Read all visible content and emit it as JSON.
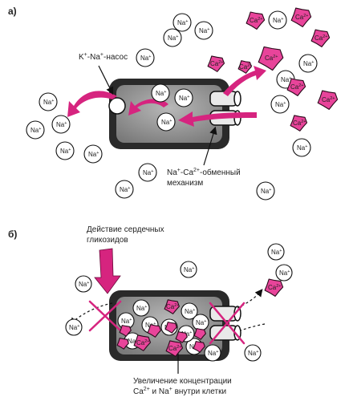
{
  "panel_a": {
    "label": "а)",
    "pump_label": {
      "base_k": "K",
      "plus1": "+",
      "dash": "-Na",
      "plus2": "+",
      "rest": "-насос"
    },
    "exchanger_label": {
      "line1_base_na": "Na",
      "line1_plus": "+",
      "line1_dash": "-Ca",
      "line1_sup": "2+",
      "line1_rest": "-обменный",
      "line2": "механизм"
    }
  },
  "panel_b": {
    "label": "б)",
    "drug_label": {
      "line1": "Действие сердечных",
      "line2": "гликозидов"
    },
    "result_label": {
      "line1": "Увеличение концентрации",
      "line2_ca": "Ca",
      "line2_ca_sup": "2+",
      "line2_mid": " и Na",
      "line2_na_sup": "+",
      "line2_rest": " внутри клетки"
    }
  },
  "ions": {
    "na": {
      "base": "Na",
      "sup": "+"
    },
    "ca": {
      "base": "Ca",
      "sup": "2+"
    }
  },
  "colors": {
    "ca_fill": "#e8449a",
    "arrow_magenta": "#d6247f",
    "cell_dark": "#3a3a3a",
    "cell_fill": "#9a9a9a",
    "block_cross": "#d6247f"
  }
}
